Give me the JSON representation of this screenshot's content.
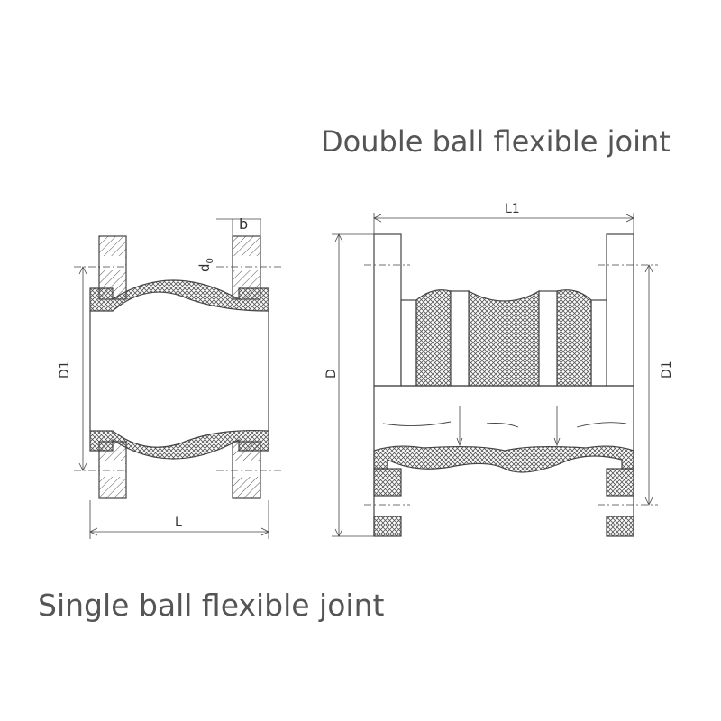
{
  "titles": {
    "double": "Double ball flexible joint",
    "single": "Single ball flexible joint"
  },
  "dimensions": {
    "single": {
      "b": "b",
      "d0": "d",
      "d0_sub": "0",
      "D1": "D1",
      "L": "L"
    },
    "double": {
      "L1": "L1",
      "D": "D",
      "D1": "D1"
    }
  },
  "colors": {
    "line": "#444444",
    "text": "#555555"
  }
}
